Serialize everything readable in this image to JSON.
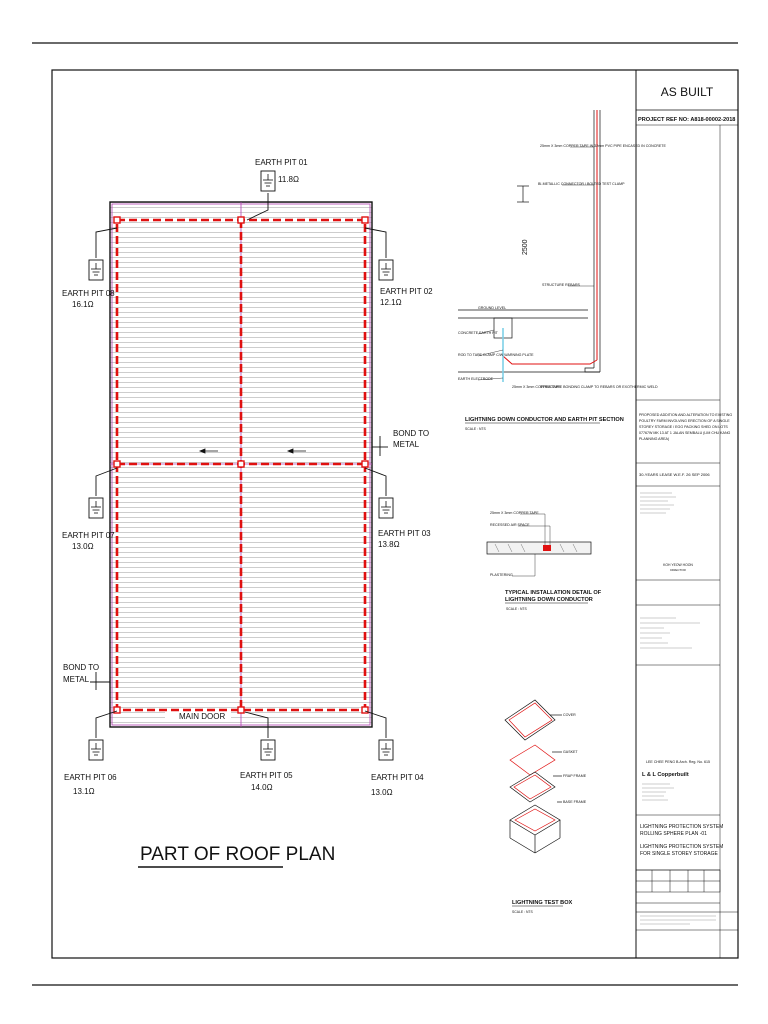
{
  "title_block": {
    "status": "AS BUILT",
    "project_ref": "PROJECT REF NO: A818-00002-2018",
    "project_desc": [
      "PROPOSED ADDITION AND ALTERATION TO EXISTING",
      "POULTRY FARM INVOLVING ERECTION OF A SINGLE",
      "STOREY STORAGE / EGG PACKING SHED ON LOTS",
      "07767W MK 13 AT 1 JALAN SEMBALU (LIM CHU KANG",
      "PLANNING AREA)"
    ],
    "lease": "30-YEARS LEASE W.E.F. 26 SEP 2006",
    "firm": "L & L Copperbuilt",
    "pe_name": "LEE CHEE PENG B.Arch. Reg. No. 615",
    "drawing_title": [
      "LIGHTNING PROTECTION SYSTEM",
      "ROLLING SPHERE PLAN -01",
      "LIGHTNING PROTECTION SYSTEM",
      "FOR SINGLE STOREY STORAGE"
    ],
    "signatory": "KOH YEOW HOON",
    "signatory_role": "DIRECTOR"
  },
  "plan": {
    "title": "PART OF ROOF PLAN",
    "main_door": "MAIN DOOR",
    "bond_to_metal": [
      "BOND TO",
      "METAL"
    ],
    "earth_pits": [
      {
        "label": "EARTH PIT 01",
        "value": "11.8Ω"
      },
      {
        "label": "EARTH PIT 02",
        "value": "12.1Ω"
      },
      {
        "label": "EARTH PIT 03",
        "value": "13.8Ω"
      },
      {
        "label": "EARTH PIT 04",
        "value": "13.0Ω"
      },
      {
        "label": "EARTH PIT 05",
        "value": "14.0Ω"
      },
      {
        "label": "EARTH PIT 06",
        "value": "13.1Ω"
      },
      {
        "label": "EARTH PIT 07",
        "value": "13.0Ω"
      },
      {
        "label": "EARTH PIT 08",
        "value": "16.1Ω"
      }
    ]
  },
  "section": {
    "title": "LIGHTNING DOWN CONDUCTOR AND EARTH PIT SECTION",
    "scale": "SCALE : NTS",
    "dimension": "2500",
    "labels": [
      "25mm X 3mm COPPER TAPE IN 32mm PVC PIPE ENCASED IN CONCRETE",
      "BI-METALLIC CONNECTOR / BOLTED TEST CLAMP",
      "STRUCTURE REBARS",
      "GROUND LEVEL",
      "CONCRETE EARTH PIT",
      "ROD TO TAPE CLAMP C/W WARNING PLATE",
      "EARTH ELECTRODE",
      "25mm X 3mm COPPER TAPE",
      "STRUCTURE BONDING CLAMP TO REBARS OR EXOTHERMIC WELD"
    ]
  },
  "detail": {
    "title": [
      "TYPICAL INSTALLATION DETAIL OF",
      "LIGHTNING DOWN CONDUCTOR"
    ],
    "scale": "SCALE : NTS",
    "labels": [
      "25mm X 3mm COPPER TAPE",
      "RECESSED AIR SPACE",
      "PLASTERING"
    ]
  },
  "testbox": {
    "title": "LIGHTNING TEST BOX",
    "scale": "SCALE : NTS",
    "labels": [
      "COVER",
      "GASKET",
      "FRAP FRAME",
      "BASE FRAME"
    ]
  }
}
